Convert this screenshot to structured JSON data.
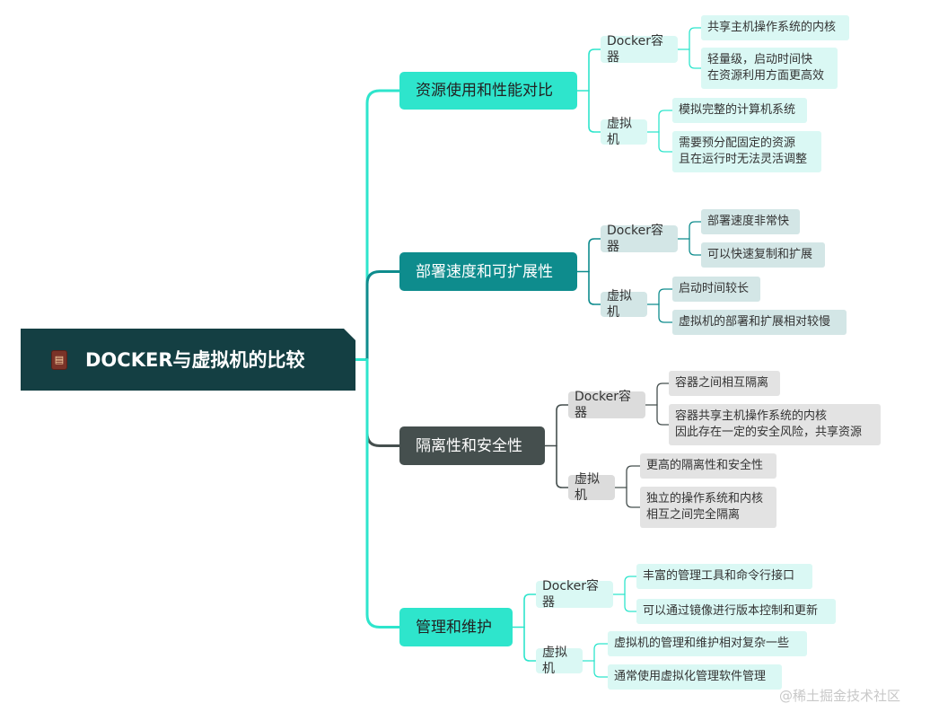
{
  "diagram": {
    "root": {
      "title": "DOCKER与虚拟机的比较",
      "icon": "notebook-icon"
    },
    "categories": [
      {
        "label": "资源使用和性能对比",
        "color": "#2ee5cc",
        "branches": [
          {
            "label": "Docker容器",
            "leaves": [
              "共享主机操作系统的内核",
              "轻量级，启动时间快\n在资源利用方面更高效"
            ]
          },
          {
            "label": "虚拟机",
            "leaves": [
              "模拟完整的计算机系统",
              "需要预分配固定的资源\n且在运行时无法灵活调整"
            ]
          }
        ]
      },
      {
        "label": "部署速度和可扩展性",
        "color": "#0e8c8d",
        "branches": [
          {
            "label": "Docker容器",
            "leaves": [
              "部署速度非常快",
              "可以快速复制和扩展"
            ]
          },
          {
            "label": "虚拟机",
            "leaves": [
              "启动时间较长",
              "虚拟机的部署和扩展相对较慢"
            ]
          }
        ]
      },
      {
        "label": "隔离性和安全性",
        "color": "#454f4e",
        "branches": [
          {
            "label": "Docker容器",
            "leaves": [
              "容器之间相互隔离",
              "容器共享主机操作系统的内核\n因此存在一定的安全风险，共享资源"
            ]
          },
          {
            "label": "虚拟机",
            "leaves": [
              "更高的隔离性和安全性",
              "独立的操作系统和内核\n相互之间完全隔离"
            ]
          }
        ]
      },
      {
        "label": "管理和维护",
        "color": "#2ee5cc",
        "branches": [
          {
            "label": "Docker容器",
            "leaves": [
              "丰富的管理工具和命令行接口",
              "可以通过镜像进行版本控制和更新"
            ]
          },
          {
            "label": "虚拟机",
            "leaves": [
              "虚拟机的管理和维护相对复杂一些",
              "通常使用虚拟化管理软件管理"
            ]
          }
        ]
      }
    ]
  },
  "watermark": "@稀土掘金技术社区"
}
